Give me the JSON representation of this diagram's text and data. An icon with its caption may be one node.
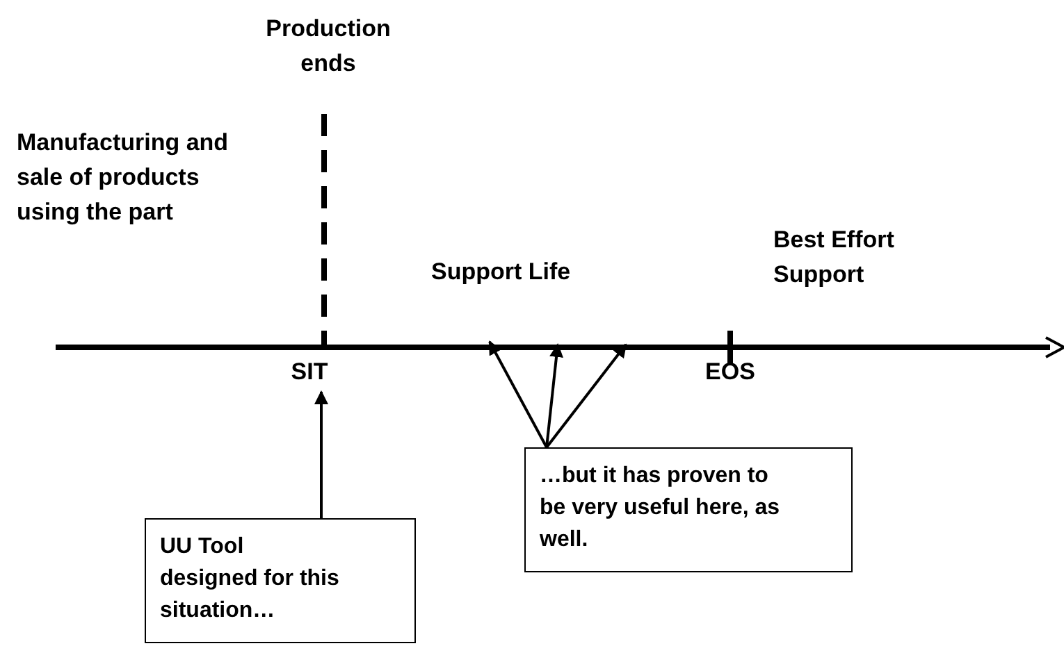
{
  "diagram": {
    "nodes": [
      {
        "text": [
          "Manufacturing and sale of products using the part"
        ]
      },
      {
        "text": [
          "Production ends"
        ]
      },
      {
        "text": [
          "Support Life"
        ]
      },
      {
        "text": [
          "Best Effort Support"
        ]
      },
      {
        "text": [
          "SIT"
        ]
      },
      {
        "text": [
          "EOS"
        ]
      },
      {
        "text": [
          "UU Tool designed for this situation…"
        ]
      },
      {
        "text": [
          "…but it has proven to be very useful here, as well."
        ]
      }
    ],
    "edges": [
      {
        "from": 6,
        "to": 4,
        "arrow": "to"
      },
      {
        "from": 7,
        "to": null,
        "arrow": "to"
      },
      {
        "from": 7,
        "to": null,
        "arrow": "to"
      },
      {
        "from": 7,
        "to": null,
        "arrow": "to"
      }
    ]
  }
}
